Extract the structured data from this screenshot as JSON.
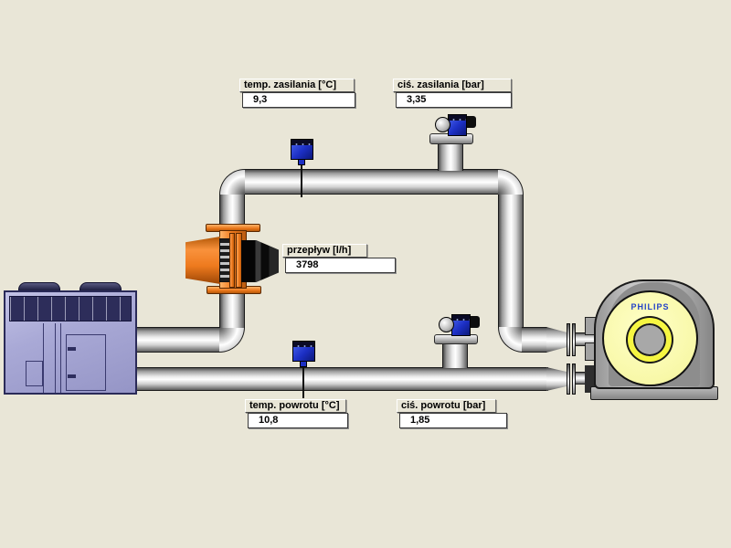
{
  "indicators": {
    "supply_temp": {
      "label": "temp. zasilania [°C]",
      "value": "9,3"
    },
    "supply_pressure": {
      "label": "ciś. zasilania [bar]",
      "value": "3,35"
    },
    "flow": {
      "label": "przepływ [l/h]",
      "value": "3798"
    },
    "return_temp": {
      "label": "temp. powrotu [°C]",
      "value": "10,8"
    },
    "return_pressure": {
      "label": "ciś. powrotu [bar]",
      "value": "1,85"
    }
  },
  "equipment": {
    "scanner_brand": "PHILIPS"
  },
  "colors": {
    "background": "#e9e6d7",
    "pipe_gray": "#c9c9c9",
    "pump_orange": "#e87418",
    "sensor_blue": "#1c2fc4",
    "chiller_lavender": "#a9a9d6",
    "scanner_body_gray": "#ababab",
    "scanner_face_yellow": "#f8f8a8",
    "scanner_ring_yellow": "#f6f642",
    "brand_blue": "#2342c8"
  }
}
